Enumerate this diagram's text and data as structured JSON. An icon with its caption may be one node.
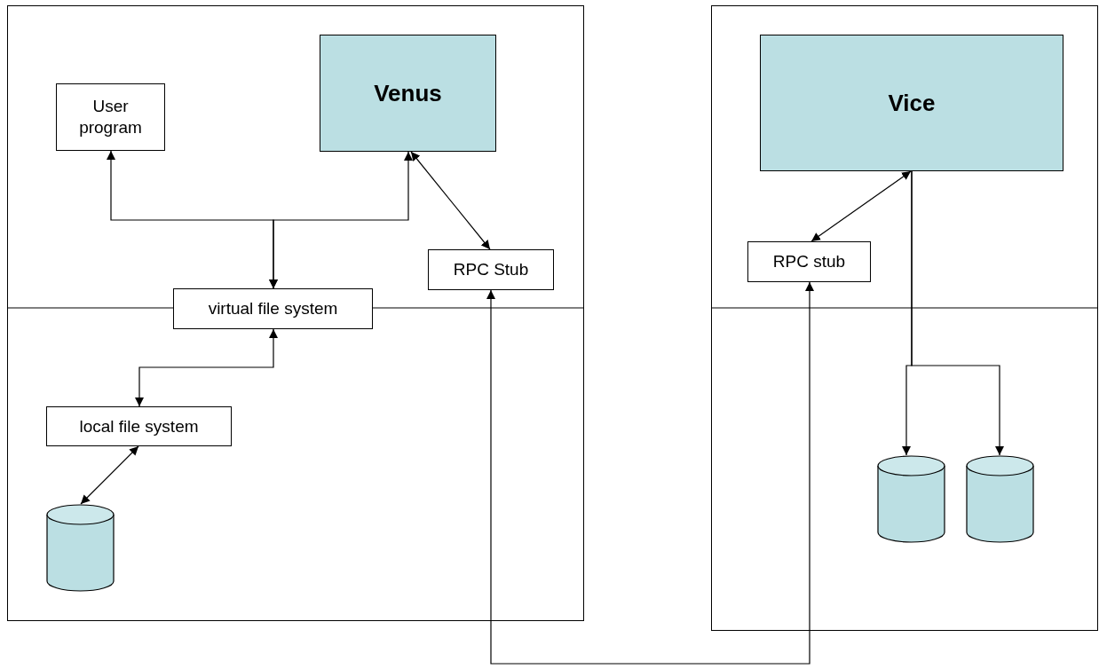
{
  "diagram": {
    "nodes": [
      {
        "text": [],
        "shape": "box"
      },
      {
        "text": [
          "User program"
        ],
        "in": 0
      },
      {
        "text": [
          "Venus"
        ],
        "in": 0
      },
      {
        "text": [
          "RPC Stub"
        ],
        "in": 0
      },
      {
        "text": [
          "virtual file system"
        ],
        "in": 0
      },
      {
        "text": [
          "local file system"
        ],
        "in": 0
      },
      {
        "text": [],
        "shape": "cylinder",
        "in": 0
      },
      {
        "text": [],
        "shape": "box"
      },
      {
        "text": [
          "Vice"
        ],
        "in": 7
      },
      {
        "text": [
          "RPC stub"
        ],
        "in": 7
      },
      {
        "text": [],
        "shape": "cylinder",
        "in": 7
      },
      {
        "text": [],
        "shape": "cylinder",
        "in": 7
      }
    ],
    "edges": [
      {
        "from": 4,
        "to": 1,
        "arrow": "both"
      },
      {
        "from": 4,
        "to": 2,
        "arrow": "both"
      },
      {
        "from": 2,
        "to": 3,
        "arrow": "both"
      },
      {
        "from": 4,
        "to": 5,
        "arrow": "both"
      },
      {
        "from": 5,
        "to": 6,
        "arrow": "both"
      },
      {
        "from": 3,
        "to": 9,
        "arrow": "both"
      },
      {
        "from": 8,
        "to": 9,
        "arrow": "both"
      },
      {
        "from": 8,
        "to": 10,
        "arrow": "to"
      },
      {
        "from": 8,
        "to": 11,
        "arrow": "to"
      }
    ]
  }
}
